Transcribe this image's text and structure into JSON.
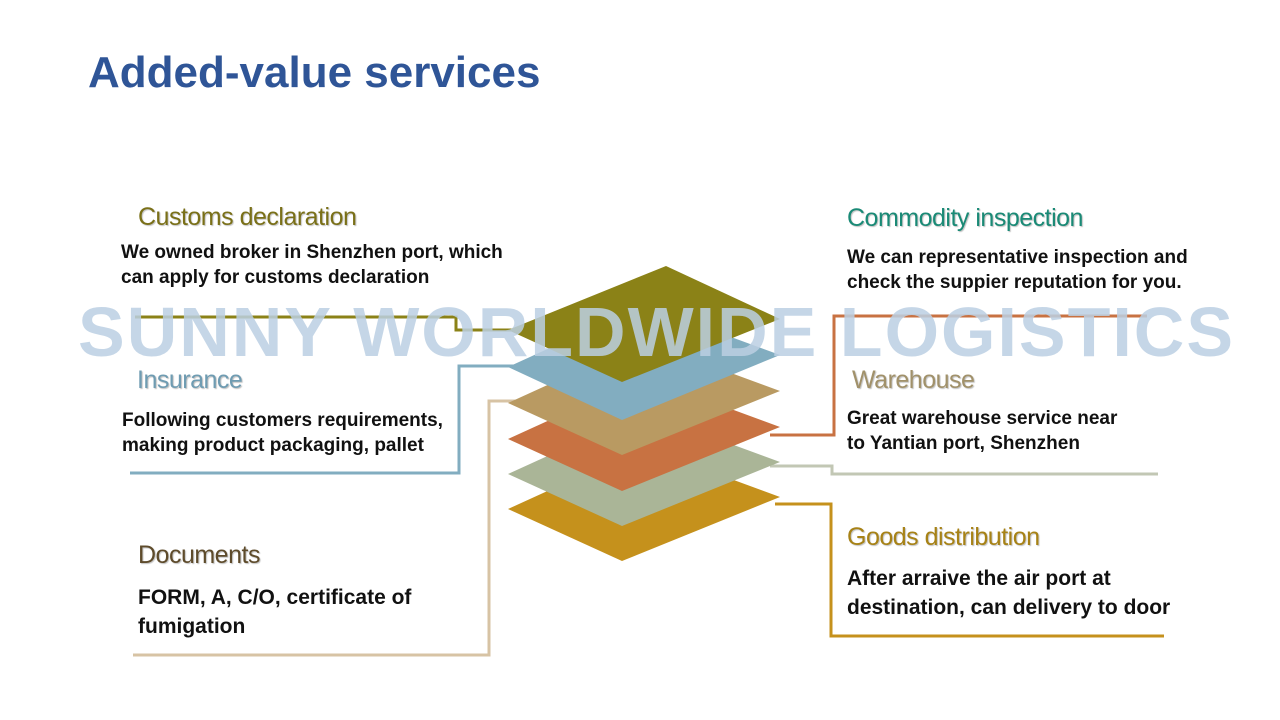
{
  "slide": {
    "title": "Added-value services",
    "watermark": "SUNNY WORLDWIDE LOGISTICS"
  },
  "colors": {
    "title": "#2f5597",
    "watermark": "#bcd0e3",
    "customs": "#8b8217",
    "insurance": "#82adc0",
    "documents": "#b99a62",
    "warehouse": "#c87242",
    "commodity": "#a9b597",
    "distribution": "#c5911c"
  },
  "services": {
    "customs": {
      "heading": "Customs declaration",
      "line1": "We owned broker in Shenzhen port, which",
      "line2": "can apply for customs declaration"
    },
    "commodity": {
      "heading": "Commodity inspection",
      "line1": "We can representative inspection and",
      "line2": "check the suppier reputation for you."
    },
    "insurance": {
      "heading": "Insurance",
      "line1": "Following customers requirements,",
      "line2": "making product packaging, pallet"
    },
    "warehouse": {
      "heading": "Warehouse",
      "line1": "Great warehouse service near",
      "line2": "to Yantian port, Shenzhen"
    },
    "documents": {
      "heading": "Documents",
      "line1": "FORM, A, C/O, certificate of",
      "line2": "fumigation"
    },
    "distribution": {
      "heading": "Goods distribution",
      "line1": "After arraive the air port at",
      "line2": "destination, can delivery to door"
    }
  }
}
